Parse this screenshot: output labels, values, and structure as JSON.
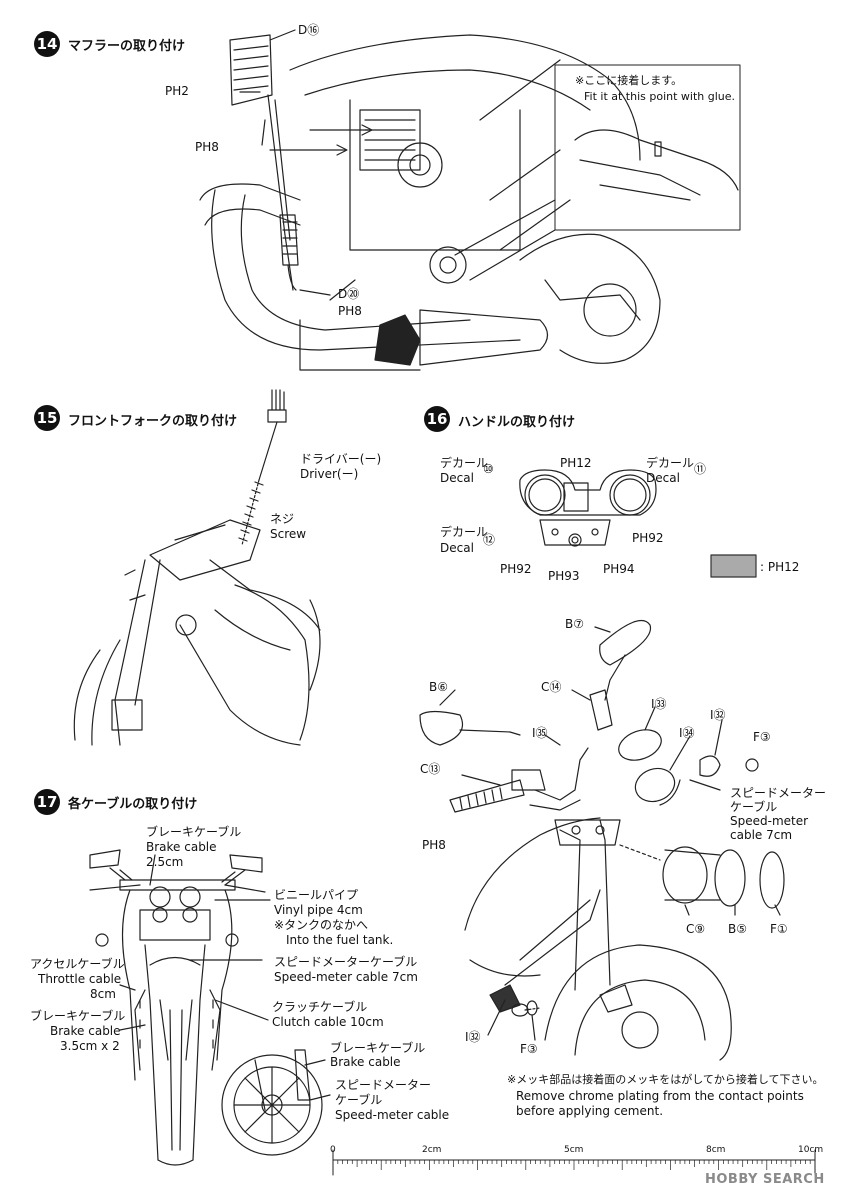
{
  "steps": [
    {
      "number": "14",
      "title": "マフラーの取り付け"
    },
    {
      "number": "15",
      "title": "フロントフォークの取り付け"
    },
    {
      "number": "16",
      "title": "ハンドルの取り付け"
    },
    {
      "number": "17",
      "title": "各ケーブルの取り付け"
    }
  ],
  "step14": {
    "labels": {
      "d16": "D⑯",
      "ph2": "PH2",
      "ph8a": "PH8",
      "d20": "D⑳",
      "ph8b": "PH8"
    },
    "inset_note_ja": "※ここに接着します。",
    "inset_note_en": "Fit it at this point with glue."
  },
  "step15": {
    "driver_ja": "ドライバー(ー)",
    "driver_en": "Driver(ー)",
    "screw_ja": "ネジ",
    "screw_en": "Screw"
  },
  "step16": {
    "decal10_ja": "デカール",
    "decal10_en": "Decal",
    "decal10_num": "⑩",
    "decal11_ja": "デカール",
    "decal11_en": "Decal",
    "decal11_num": "⑪",
    "decal12_ja": "デカール",
    "decal12_en": "Decal",
    "decal12_num": "⑫",
    "ph12": "PH12",
    "ph92a": "PH92",
    "ph92b": "PH92",
    "ph93": "PH93",
    "ph94": "PH94",
    "legend_label": ": PH12",
    "parts": {
      "b7": "B⑦",
      "b6": "B⑥",
      "c14": "C⑭",
      "i35": "I㉟",
      "i33": "I㉝",
      "i34": "I㉞",
      "i32a": "I㉜",
      "f3a": "F③",
      "c13": "C⑬",
      "ph8": "PH8",
      "c9": "C⑨",
      "b5": "B⑤",
      "f1": "F①",
      "i32b": "I㉜",
      "f3b": "F③"
    },
    "speedo_ja1": "スピードメーター",
    "speedo_ja2": "ケーブル",
    "speedo_en1": "Speed-meter",
    "speedo_en2": "cable   7cm",
    "chrome_ja": "※メッキ部品は接着面のメッキをはがしてから接着して下さい。",
    "chrome_en1": "Remove chrome plating from the contact points",
    "chrome_en2": "before applying cement."
  },
  "step17": {
    "brake1_ja": "ブレーキケーブル",
    "brake1_en": "Brake cable",
    "brake1_len": "2.5cm",
    "vinyl_ja": "ビニールパイプ",
    "vinyl_en": "Vinyl pipe   4cm",
    "vinyl_note_ja": "※タンクのなかへ",
    "vinyl_note_en": "Into the fuel tank.",
    "throttle_ja": "アクセルケーブル",
    "throttle_en": "Throttle cable",
    "throttle_len": "8cm",
    "speedo_ja": "スピードメーターケーブル",
    "speedo_en": "Speed-meter cable  7cm",
    "brake2_ja": "ブレーキケーブル",
    "brake2_en": "Brake cable",
    "brake2_len": "3.5cm x 2",
    "clutch_ja": "クラッチケーブル",
    "clutch_en": "Clutch cable   10cm",
    "brake3_ja": "ブレーキケーブル",
    "brake3_en": "Brake cable",
    "speedo2_ja1": "スピードメーター",
    "speedo2_ja2": "ケーブル",
    "speedo2_en": "Speed-meter cable"
  },
  "ruler": {
    "t0": "0",
    "t2": "2cm",
    "t5": "5cm",
    "t8": "8cm",
    "t10": "10cm"
  },
  "watermark": "HOBBY SEARCH"
}
